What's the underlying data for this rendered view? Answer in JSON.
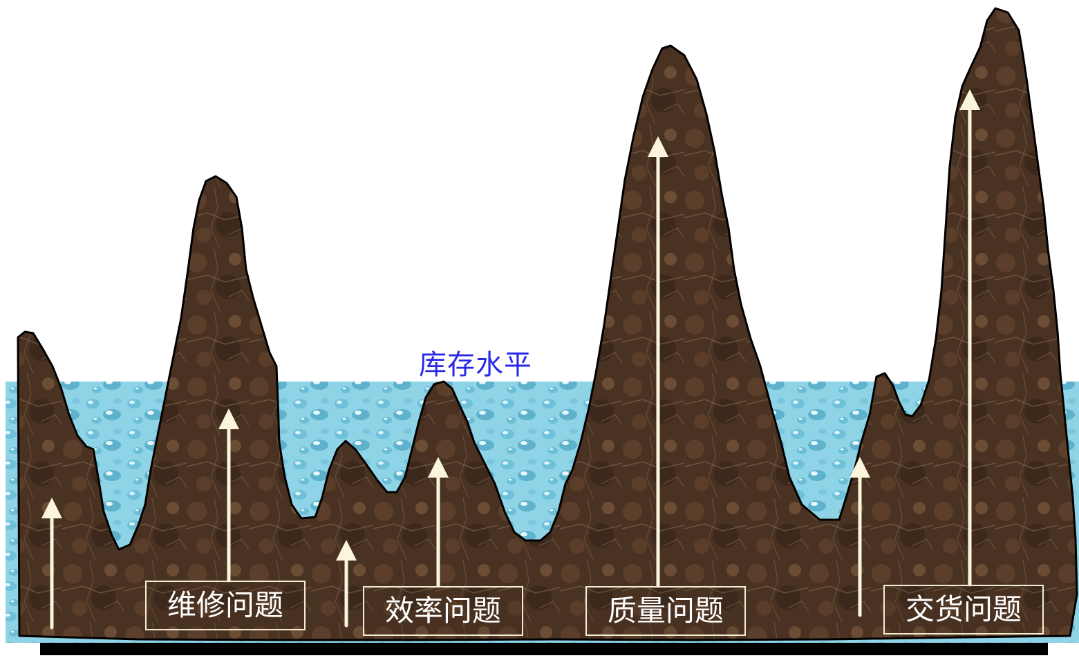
{
  "diagram": {
    "water_level_label": "库存水平",
    "problems": [
      {
        "id": "maintenance",
        "label": "维修问题"
      },
      {
        "id": "efficiency",
        "label": "效率问题"
      },
      {
        "id": "quality",
        "label": "质量问题"
      },
      {
        "id": "delivery",
        "label": "交货问题"
      }
    ]
  },
  "colors": {
    "water": "#8fd3e6",
    "water_dark": "#5fb2cc",
    "rock": "#4a3223",
    "rock_light": "#7a5a40",
    "rock_outline": "#000000",
    "arrow": "#fbf5dc",
    "ground": "#000000",
    "label_blue": "#2a2ae6"
  }
}
